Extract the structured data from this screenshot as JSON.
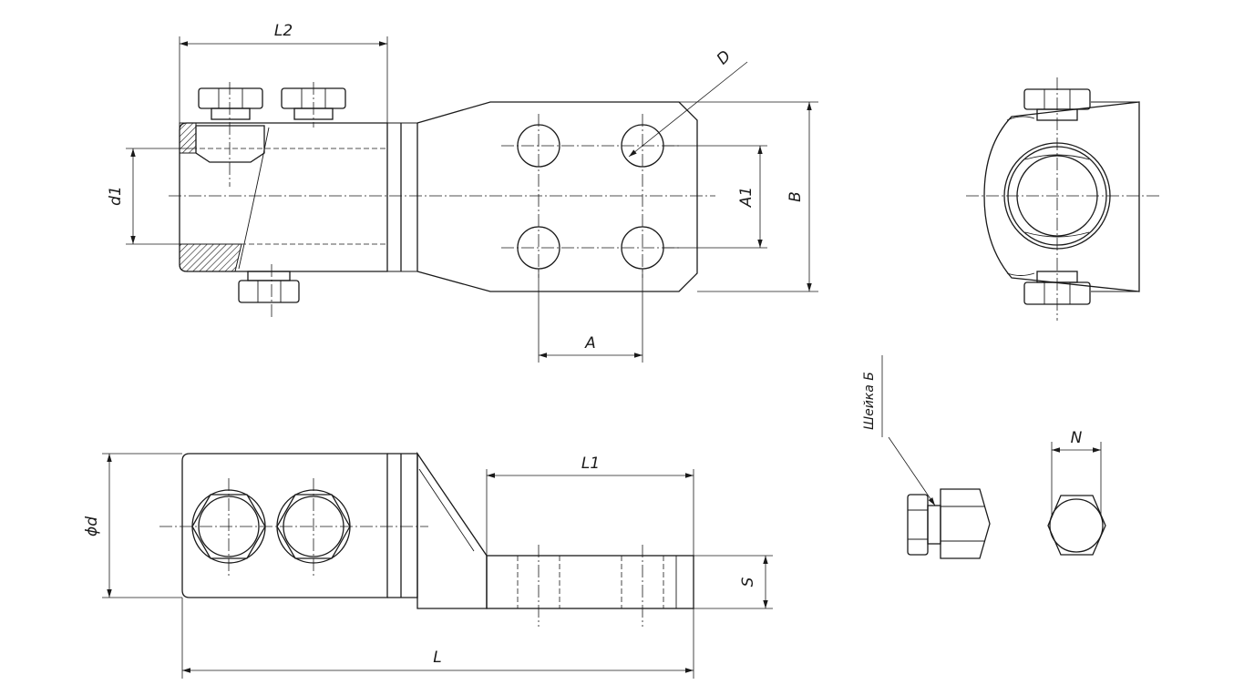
{
  "labels": {
    "L2": "L2",
    "D": "D",
    "d1": "d1",
    "A1": "A1",
    "B": "B",
    "A": "A",
    "phid": "ϕd",
    "L1": "L1",
    "S": "S",
    "L": "L",
    "N": "N",
    "neck": "Шейка Б"
  },
  "colors": {
    "line": "#1a1a1a",
    "background": "#ffffff"
  }
}
